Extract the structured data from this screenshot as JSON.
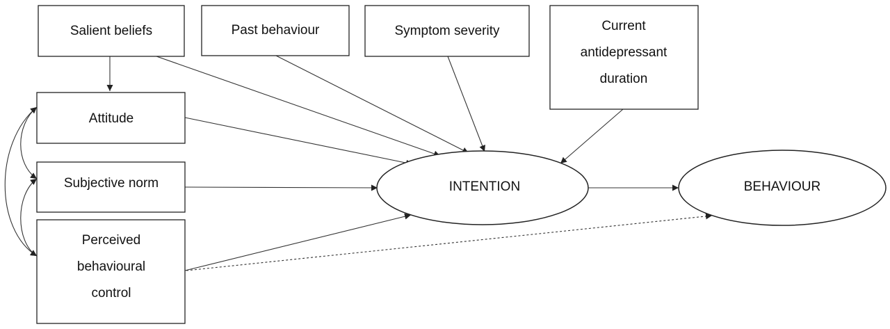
{
  "nodes": {
    "salient_beliefs": "Salient beliefs",
    "past_behaviour": "Past behaviour",
    "symptom_severity": "Symptom severity",
    "current_antidepressant_duration": [
      "Current",
      "antidepressant",
      "duration"
    ],
    "attitude": "Attitude",
    "subjective_norm": "Subjective norm",
    "perceived_behavioural_control": [
      "Perceived",
      "behavioural",
      "control"
    ],
    "intention": "INTENTION",
    "behaviour": "BEHAVIOUR"
  },
  "edges": [
    {
      "from": "salient_beliefs",
      "to": "attitude",
      "style": "solid"
    },
    {
      "from": "salient_beliefs",
      "to": "intention",
      "style": "solid"
    },
    {
      "from": "past_behaviour",
      "to": "intention",
      "style": "solid"
    },
    {
      "from": "symptom_severity",
      "to": "intention",
      "style": "solid"
    },
    {
      "from": "current_antidepressant_duration",
      "to": "intention",
      "style": "solid"
    },
    {
      "from": "attitude",
      "to": "intention",
      "style": "solid"
    },
    {
      "from": "subjective_norm",
      "to": "intention",
      "style": "solid"
    },
    {
      "from": "perceived_behavioural_control",
      "to": "intention",
      "style": "solid"
    },
    {
      "from": "perceived_behavioural_control",
      "to": "behaviour",
      "style": "dotted"
    },
    {
      "from": "intention",
      "to": "behaviour",
      "style": "solid"
    },
    {
      "from": "attitude",
      "to": "subjective_norm",
      "style": "curved-bidirectional"
    },
    {
      "from": "attitude",
      "to": "perceived_behavioural_control",
      "style": "curved-bidirectional"
    },
    {
      "from": "subjective_norm",
      "to": "perceived_behavioural_control",
      "style": "curved-bidirectional"
    }
  ]
}
